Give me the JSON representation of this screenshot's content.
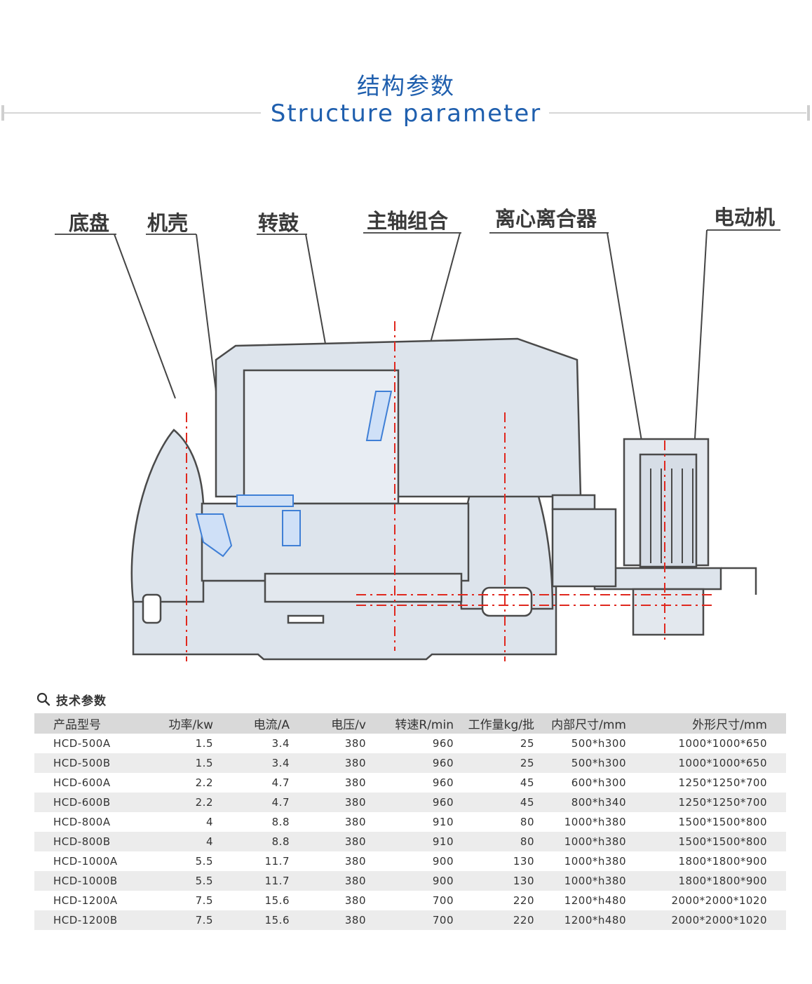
{
  "header": {
    "title_cn": "结构参数",
    "title_en": "Structure parameter"
  },
  "diagram": {
    "labels": [
      "底盘",
      "机壳",
      "转鼓",
      "主轴组合",
      "离心离合器",
      "电动机"
    ],
    "colors": {
      "outline": "#4a4a4a",
      "fill": "#dde4ec",
      "centerline": "#e0281e",
      "hatch": "#3f7fd6"
    }
  },
  "spec": {
    "icon": "search-icon",
    "title": "技术参数",
    "columns": [
      "产品型号",
      "功率/kw",
      "电流/A",
      "电压/v",
      "转速R/min",
      "工作量kg/批",
      "内部尺寸/mm",
      "外形尺寸/mm"
    ],
    "rows": [
      [
        "HCD-500A",
        "1.5",
        "3.4",
        "380",
        "960",
        "25",
        "500*h300",
        "1000*1000*650"
      ],
      [
        "HCD-500B",
        "1.5",
        "3.4",
        "380",
        "960",
        "25",
        "500*h300",
        "1000*1000*650"
      ],
      [
        "HCD-600A",
        "2.2",
        "4.7",
        "380",
        "960",
        "45",
        "600*h300",
        "1250*1250*700"
      ],
      [
        "HCD-600B",
        "2.2",
        "4.7",
        "380",
        "960",
        "45",
        "800*h340",
        "1250*1250*700"
      ],
      [
        "HCD-800A",
        "4",
        "8.8",
        "380",
        "910",
        "80",
        "1000*h380",
        "1500*1500*800"
      ],
      [
        "HCD-800B",
        "4",
        "8.8",
        "380",
        "910",
        "80",
        "1000*h380",
        "1500*1500*800"
      ],
      [
        "HCD-1000A",
        "5.5",
        "11.7",
        "380",
        "900",
        "130",
        "1000*h380",
        "1800*1800*900"
      ],
      [
        "HCD-1000B",
        "5.5",
        "11.7",
        "380",
        "900",
        "130",
        "1000*h380",
        "1800*1800*900"
      ],
      [
        "HCD-1200A",
        "7.5",
        "15.6",
        "380",
        "700",
        "220",
        "1200*h480",
        "2000*2000*1020"
      ],
      [
        "HCD-1200B",
        "7.5",
        "15.6",
        "380",
        "700",
        "220",
        "1200*h480",
        "2000*2000*1020"
      ]
    ]
  }
}
